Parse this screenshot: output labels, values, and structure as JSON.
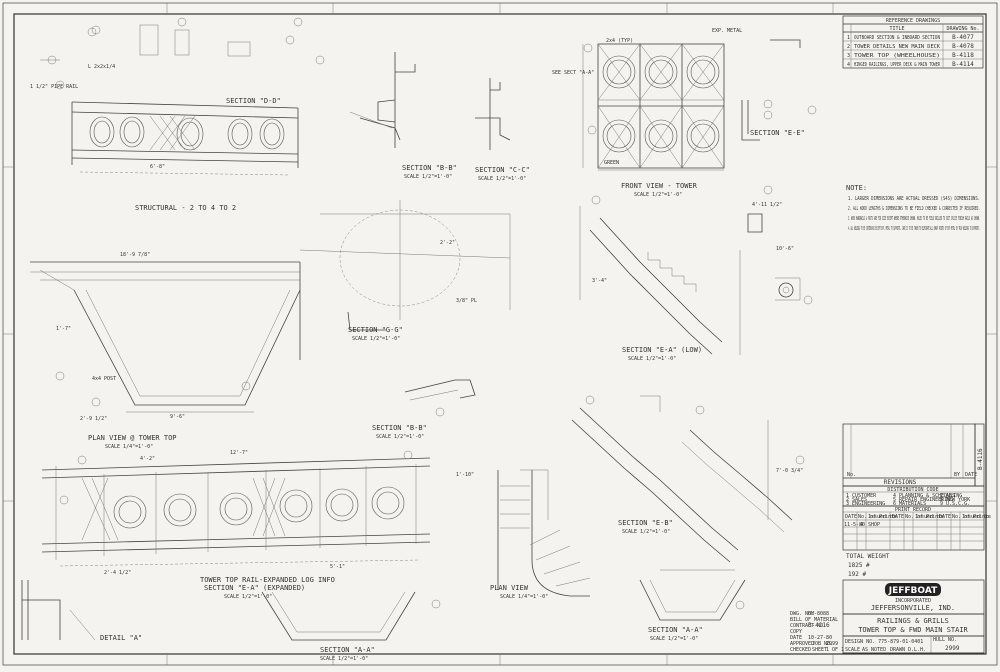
{
  "reference": {
    "title": "REFERENCE DRAWINGS",
    "col_title": "TITLE",
    "col_no": "DRAWING No.",
    "rows": [
      {
        "title": "OUTBOARD SECTION & INBOARD SECTION",
        "no": "B-4077"
      },
      {
        "title": "TOWER DETAILS NEW MAIN DECK",
        "no": "B-4078"
      },
      {
        "title": "TOWER TOP (WHEELHOUSE)",
        "no": "B-4118"
      },
      {
        "title": "HINGED RAILINGS, UPPER DECK & MAIN TOWER",
        "no": "B-4114"
      }
    ]
  },
  "notes": {
    "title": "NOTE:",
    "items": [
      "1. LARGER DIMENSIONS ARE ACTUAL DRESSED (S4S) DIMENSIONS.",
      "2. ALL WOOD LENGTHS & DIMENSIONS TO BE FIELD CHECKED & CORRECTED IF REQUIRED.",
      "3. WOOD HANDRAILS & POSTS ARE FIR SIZE EXCEPT WHERE OTHERWISE SHOWN. HOLES TO BE FIELD DRILLED TO SUIT SPLICE FINISH RAILS AS SHOWN.",
      "4. ALL WELDING TO BE CONTINUOUS EXCEPT EXP. METAL TO SUPPORTS. CARE IS TO BE TAKEN TO ELIMINATE ALL SHARP POINTS OF EXP METAL BY TACK WELDING TO SUPPORTS."
    ]
  },
  "views": {
    "section_dd": "SECTION \"D-D\"",
    "section_bb": "SECTION \"B-B\"",
    "section_cc": "SECTION \"C-C\"",
    "section_ee": "SECTION \"E-E\"",
    "section_aa": "SECTION \"A-A\"",
    "section_bb2": "SECTION \"B-B\"",
    "section_aa2": "SECTION \"A-A\"",
    "section_ea": "SECTION \"E-A\" (LOW)",
    "section_eb": "SECTION \"E-B\"",
    "section_main": "SECTION \"G-G\"",
    "front_view": "FRONT VIEW - TOWER",
    "plan_view_top": "PLAN VIEW @ TOWER TOP",
    "plan_view": "PLAN VIEW",
    "tower_top_expanded": "TOWER TOP RAIL-EXPANDED LOG INFO",
    "tower_top_expanded_sub": "SECTION \"E-A\" (EXPANDED)",
    "detail": "DETAIL \"A\"",
    "structural": "STRUCTURAL - 2 TO 4 TO 2",
    "see_sect": "SEE SECT \"A-A\"",
    "scale_half": "SCALE 1/2\"=1'-0\"",
    "scale_quarter": "SCALE 1/4\"=1'-0\""
  },
  "dims": [
    "2'-9 1/2\"",
    "4'-11 1/2\"",
    "1'-7\"",
    "3'-4\"",
    "9'-6\"",
    "7'-0 3/4\"",
    "2'-2\"",
    "1'-10\"",
    "6'-8\"",
    "4'-2\"",
    "12'-7\"",
    "2'-4 1/2\"",
    "5'-1\"",
    "3/8\" PL",
    "L 2x2x1/4",
    "1 1/2\" PIPE RAIL",
    "2x4 (TYP)",
    "EXP. METAL",
    "4x4 POST",
    "GREEN",
    "18'-9 7/8\"",
    "10'-6\""
  ],
  "revisions": {
    "title": "REVISIONS",
    "col_no": "No.",
    "col_by": "BY",
    "col_date": "DATE"
  },
  "distribution": {
    "title": "DISTRIBUTION CODE",
    "items": [
      "1 CUSTOMER",
      "2 SALES",
      "3 ENGINEERING",
      "4 PLANNING & SCHEDULING",
      "5 REPAIR ENGINEERING",
      "6 MATERIALS",
      "7 ABS",
      "8 NEW YORK",
      "9 U.S.C.G."
    ]
  },
  "print_record": {
    "title": "PRINT RECORD",
    "cols": [
      "DATE",
      "No. of Prints",
      "Issued to",
      "DATE",
      "No. of Prints",
      "Issued to",
      "DATE",
      "No. of Prints",
      "Issued to"
    ],
    "row1": [
      "11-5-80",
      "4",
      "SHOP"
    ]
  },
  "total_weight": "TOTAL WEIGHT",
  "weight_values": [
    "1825 #",
    "192 #"
  ],
  "company": {
    "logo": "JEFFBOAT",
    "incorporated": "INCORPORATED",
    "city": "JEFFERSONVILLE, IND."
  },
  "drawing_title": {
    "line1": "RAILINGS & GRILLS",
    "line2": "TOWER TOP & FWD MAIN STAIR"
  },
  "design_no": "DESIGN NO. 775-879-01-0401",
  "hull_label": "HULL NO.",
  "hull_no": "2999",
  "boxes": {
    "scale_lbl": "SCALE",
    "scale_val": "AS NOTED",
    "drawn_lbl": "DRAWN",
    "drawn_val": "D.L.H.",
    "checked_lbl": "CHECKED",
    "approved_lbl": "APPROVED",
    "date_lbl": "DATE",
    "date_val": "10-27-80",
    "job_lbl": "JOB NO.",
    "job_val": "2999",
    "sheet_lbl": "SHEET",
    "sheet_val": "1 OF 1",
    "copy_lbl": "COPY",
    "contract_lbl": "CONTRACT NO.",
    "material_lbl": "BILL OF MATERIAL",
    "dwg_lbl": "DWG. NO.",
    "bm_val": "BM-8088"
  },
  "drawing_number": "B-4116"
}
